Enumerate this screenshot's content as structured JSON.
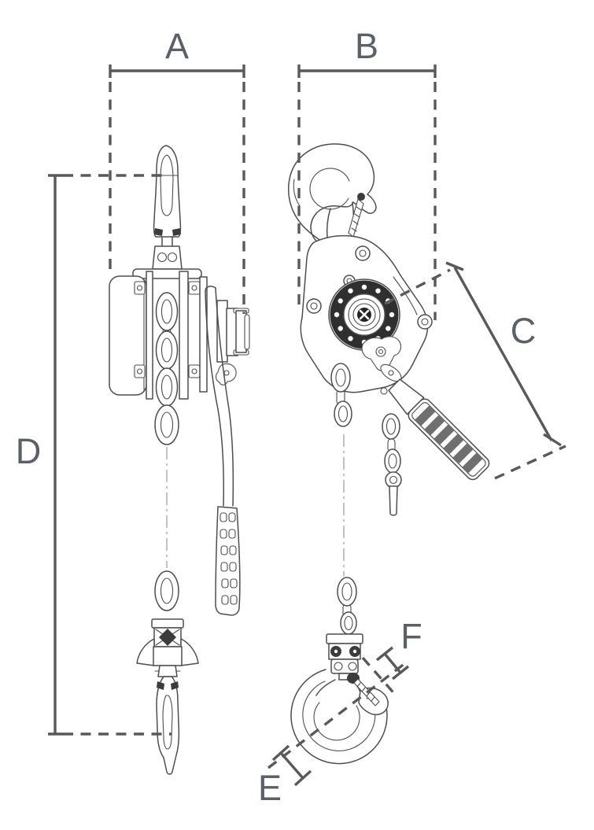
{
  "figure": {
    "description": "Dimensional line drawing of a lever chain hoist shown in two orthographic views (side view and front view) with dimension callouts",
    "views": [
      {
        "name": "side view"
      },
      {
        "name": "front view"
      }
    ]
  },
  "dimensions": {
    "a": {
      "label": "A"
    },
    "b": {
      "label": "B"
    },
    "c": {
      "label": "C"
    },
    "d": {
      "label": "D"
    },
    "e": {
      "label": "E"
    },
    "f": {
      "label": "F"
    }
  },
  "colors": {
    "background": "#ffffff",
    "artwork_line": "#4d4d4d",
    "dimension_line": "#58595b",
    "label_text": "#5a6067",
    "grip_stripe": "#6f6f6f",
    "gear_ring": "#2f2f2f"
  }
}
